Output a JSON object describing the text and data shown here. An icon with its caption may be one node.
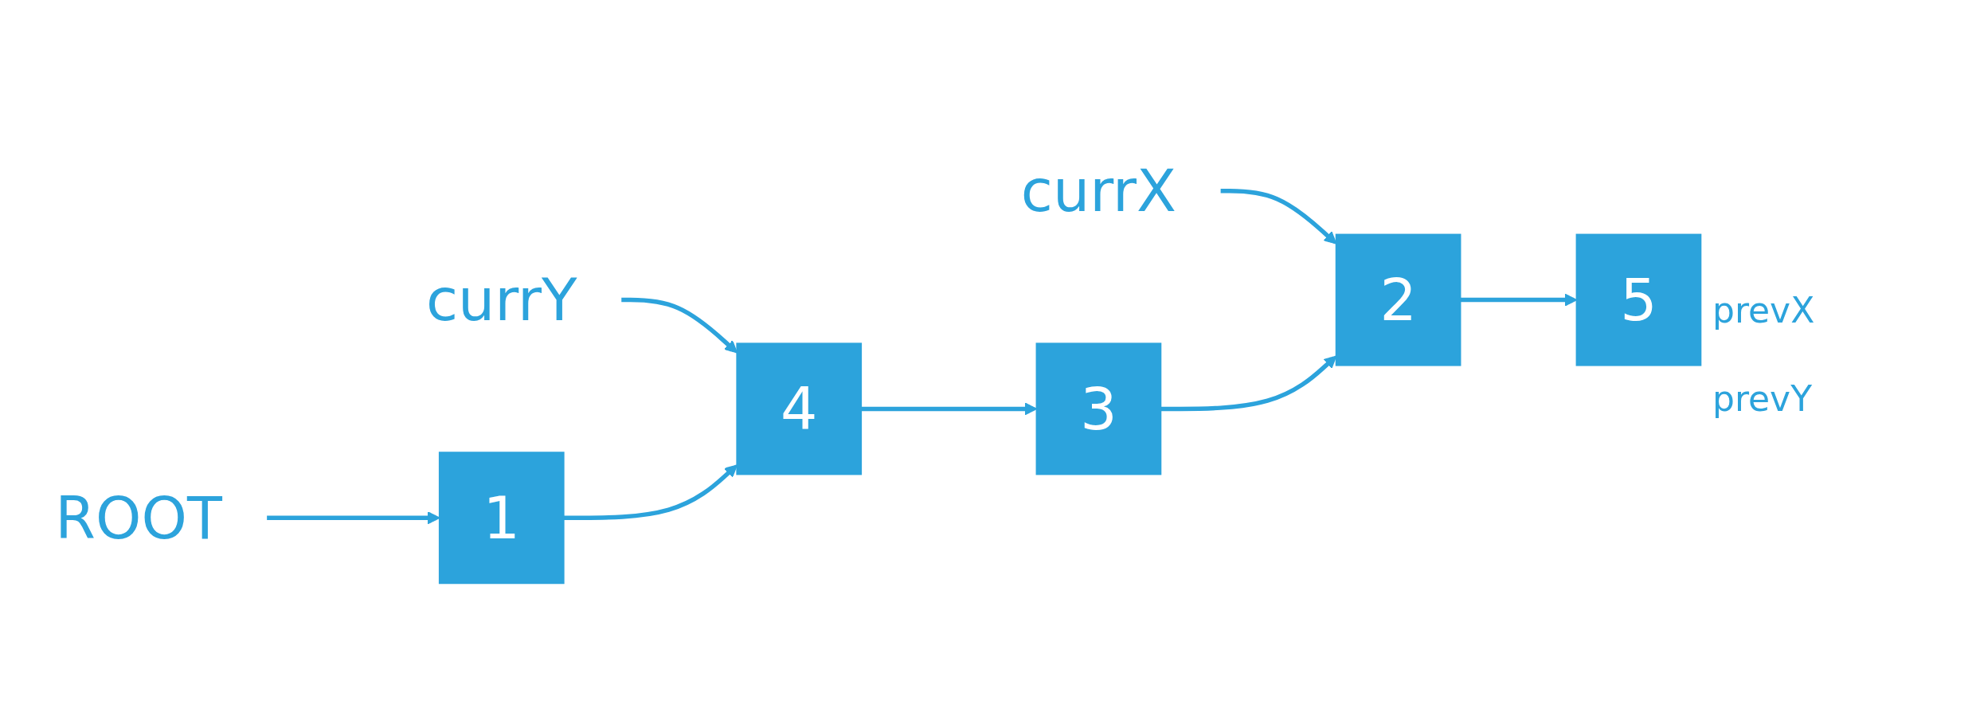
{
  "diagram": {
    "nodes": [
      {
        "text": [
          "ROOT"
        ]
      },
      {
        "text": [
          "1"
        ]
      },
      {
        "text": [
          "currX"
        ]
      },
      {
        "text": [
          "2"
        ]
      },
      {
        "text": [
          "3"
        ]
      },
      {
        "text": [
          "currY"
        ]
      },
      {
        "text": [
          "4"
        ]
      },
      {
        "text": [
          "5"
        ]
      }
    ],
    "edges": [
      {
        "from": 0,
        "to": 1,
        "arrow": "to"
      },
      {
        "from": 2,
        "to": 3,
        "arrow": "to"
      },
      {
        "from": 5,
        "to": 6,
        "arrow": "to"
      },
      {
        "from": 1,
        "to": 6,
        "arrow": "to"
      },
      {
        "from": 3,
        "to": 7,
        "arrow": "to"
      },
      {
        "from": 4,
        "to": 3,
        "arrow": "to"
      },
      {
        "from": 6,
        "to": 4,
        "arrow": "to"
      }
    ],
    "labels": [
      "prevX",
      "prevY"
    ]
  }
}
